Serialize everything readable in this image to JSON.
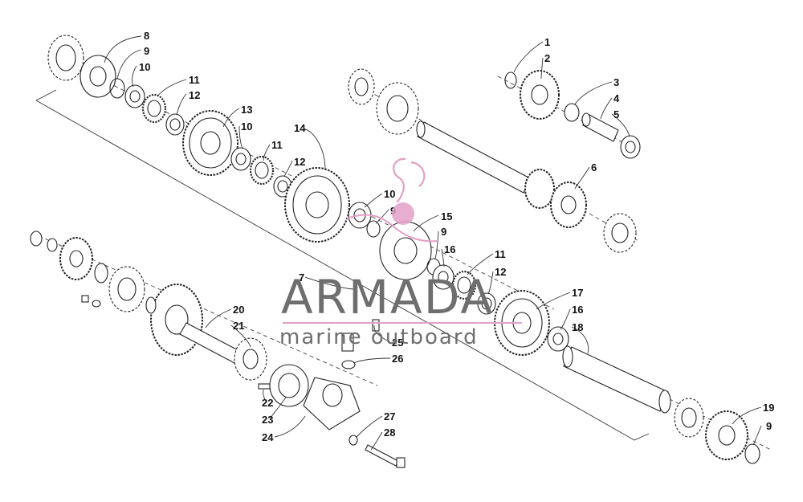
{
  "watermark": {
    "title": "ARMADA",
    "subtitle": "marine outboard",
    "accent_color": "#e3a0c8",
    "text_color": "#6e6e6e"
  },
  "callouts": {
    "c1": "1",
    "c2": "2",
    "c3": "3",
    "c4": "4",
    "c5": "5",
    "c6": "6",
    "c7": "7",
    "c8": "8",
    "c9a": "9",
    "c10a": "10",
    "c11a": "11",
    "c12a": "12",
    "c13": "13",
    "c10b": "10",
    "c11b": "11",
    "c12b": "12",
    "c14": "14",
    "c10c": "10",
    "c9b": "9",
    "c15": "15",
    "c9c": "9",
    "c16a": "16",
    "c11c": "11",
    "c12c": "12",
    "c17": "17",
    "c16b": "16",
    "c18": "18",
    "c19": "19",
    "c9d": "9",
    "c20": "20",
    "c21": "21",
    "c22": "22",
    "c23": "23",
    "c24": "24",
    "c25": "25",
    "c26": "26",
    "c27": "27",
    "c28": "28"
  }
}
